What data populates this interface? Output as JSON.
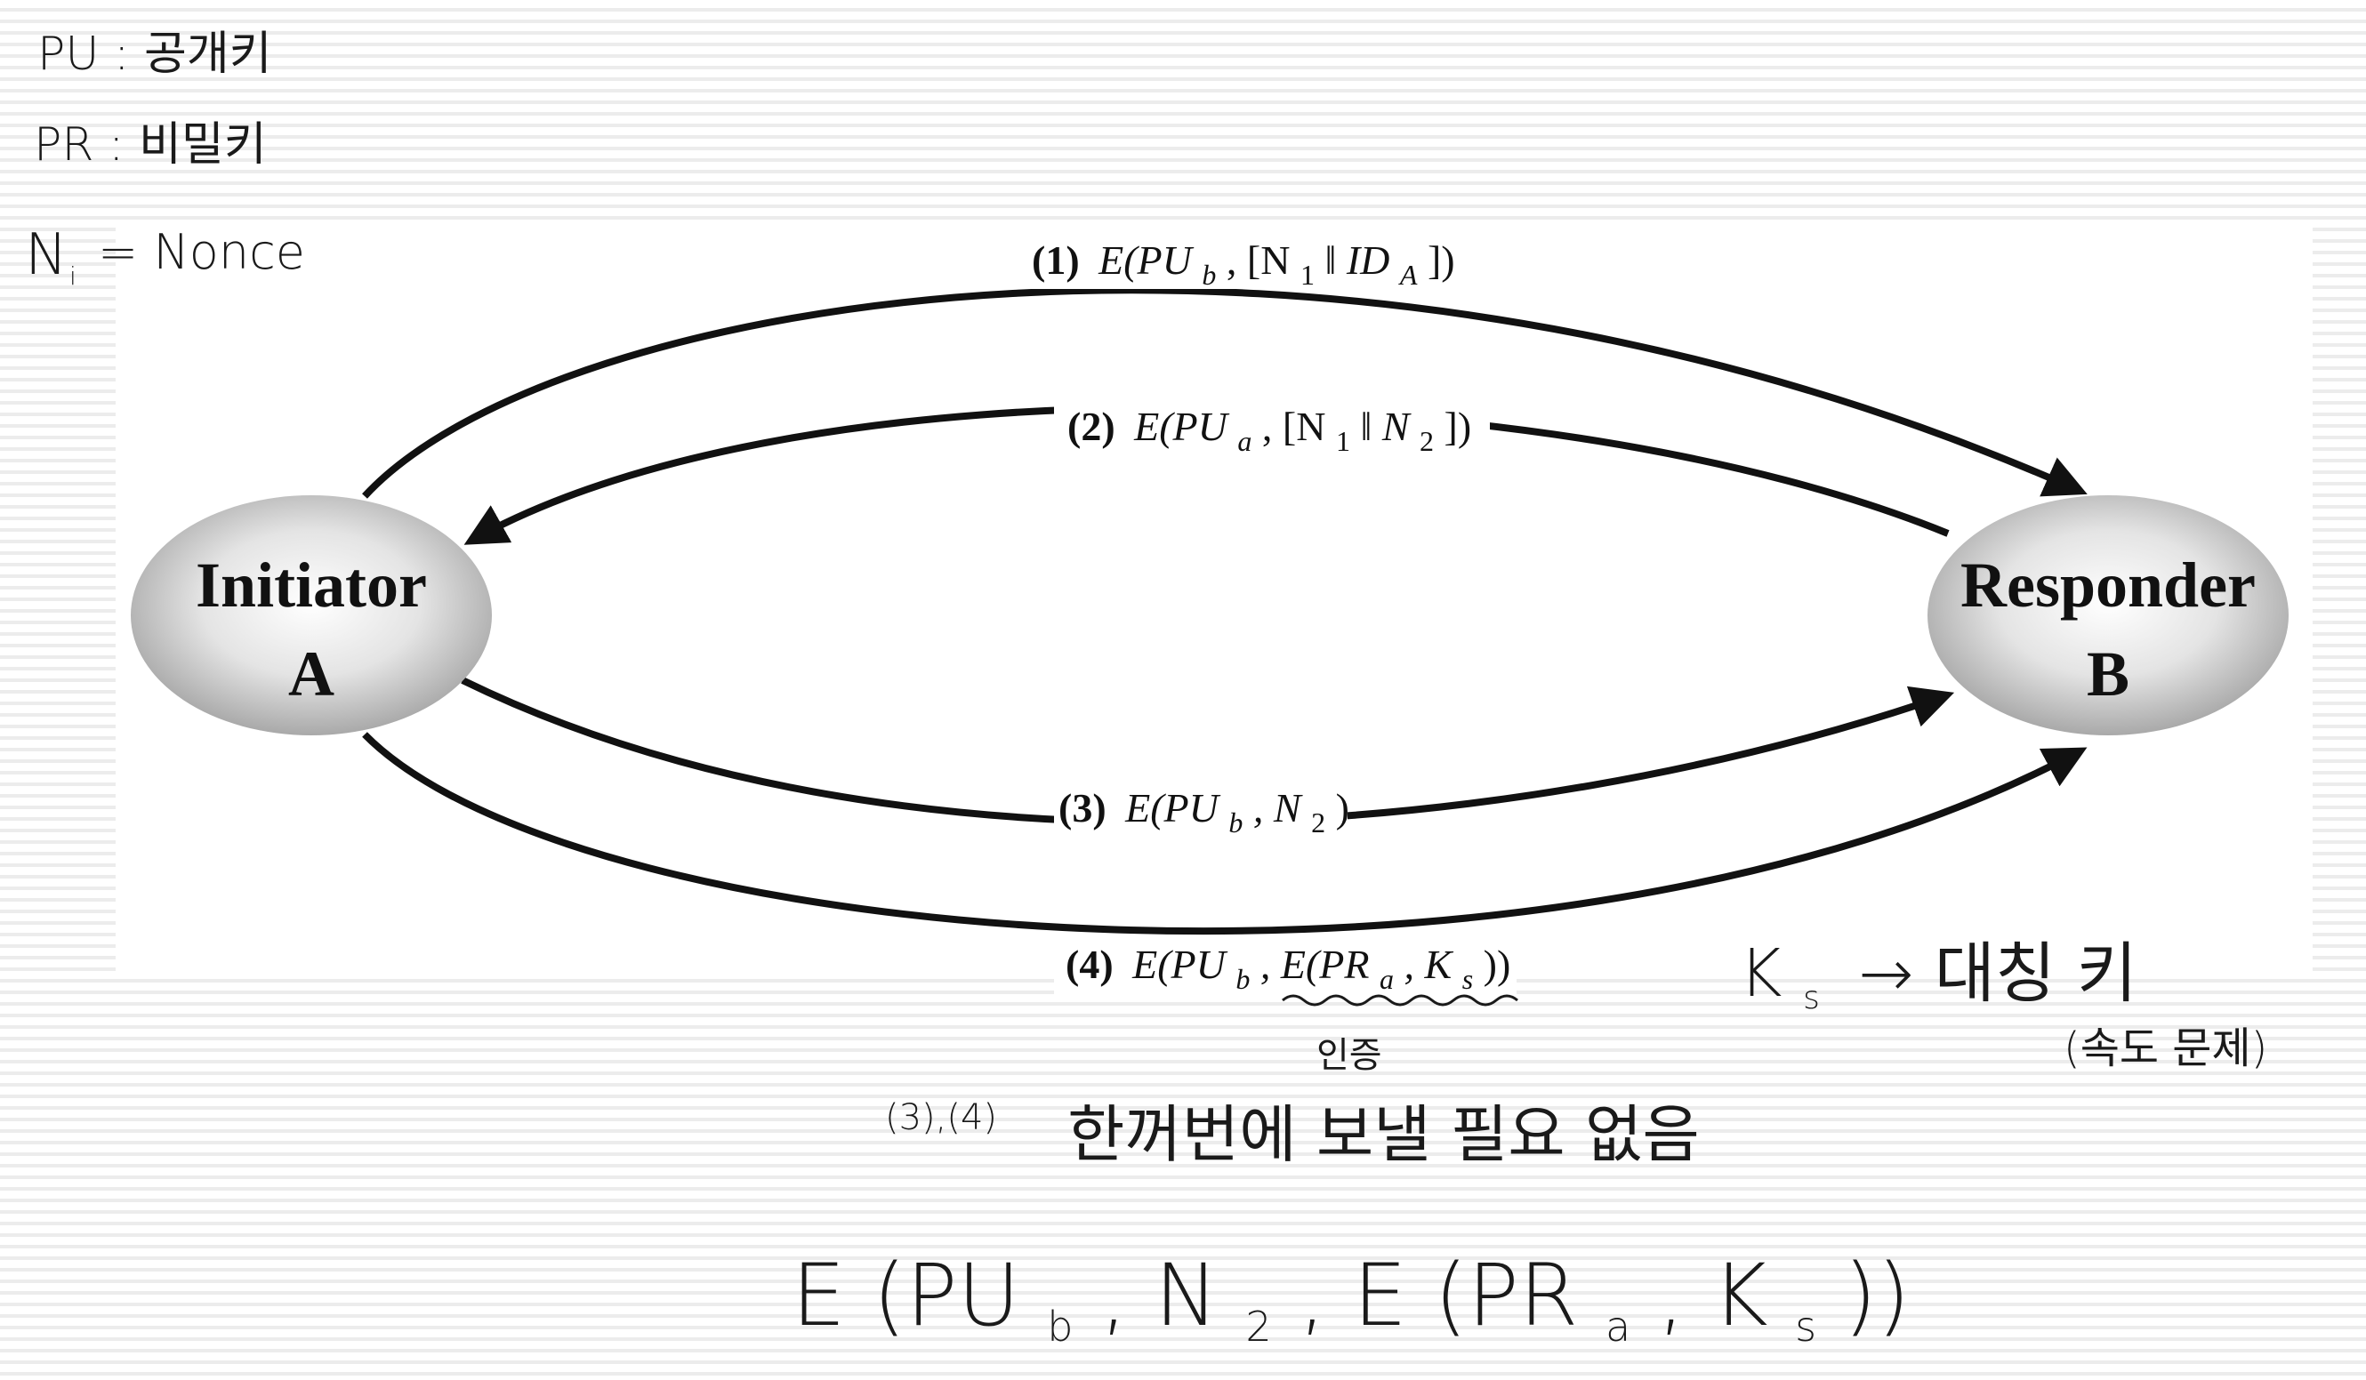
{
  "notes": {
    "pu": "PU : 공개키",
    "pr": "PR : 비밀키",
    "n_label": "N",
    "n_sub": "i",
    "n_rhs": "= Nonce"
  },
  "nodes": {
    "initiator": {
      "title": "Initiator",
      "letter": "A"
    },
    "responder": {
      "title": "Responder",
      "letter": "B"
    }
  },
  "messages": {
    "m1": {
      "num": "(1)",
      "text": "E(PU",
      "sub1": "b",
      "mid": ", [N",
      "sub2": "1",
      "sep": " ‖ ID",
      "sub3": "A",
      "end": "])"
    },
    "m2": {
      "num": "(2)",
      "text": "E(PU",
      "sub1": "a",
      "mid": ", [N",
      "sub2": "1",
      "sep": " ‖ N",
      "sub3": "2",
      "end": "])"
    },
    "m3": {
      "num": "(3)",
      "text": "E(PU",
      "sub1": "b",
      "mid": ", N",
      "sub2": "2",
      "end": ")"
    },
    "m4": {
      "num": "(4)",
      "text": "E(PU",
      "sub1": "b",
      "mid": ", E(PR",
      "sub2": "a",
      "sep": ", K",
      "sub3": "s",
      "end": "))"
    }
  },
  "annotations": {
    "ks": "K",
    "ks_sub": "s",
    "ks_arrow": "→ 대칭 키",
    "speed": "(속도 문제)",
    "auth": "인증",
    "combine_ref": "(3),(4)",
    "combine_text": "한꺼번에 보낼 필요 없음",
    "formula": "E (PU",
    "formula_sub1": "b",
    "formula_mid": ", N",
    "formula_sub2": "2",
    "formula_mid2": ", E (PR",
    "formula_sub3": "a",
    "formula_mid3": ", K",
    "formula_sub4": "s",
    "formula_end": "))"
  },
  "colors": {
    "ellipse_light": "#ffffff",
    "ellipse_dark": "#a9a9a9",
    "ink": "#111111",
    "ruled_line": "#ececec"
  }
}
